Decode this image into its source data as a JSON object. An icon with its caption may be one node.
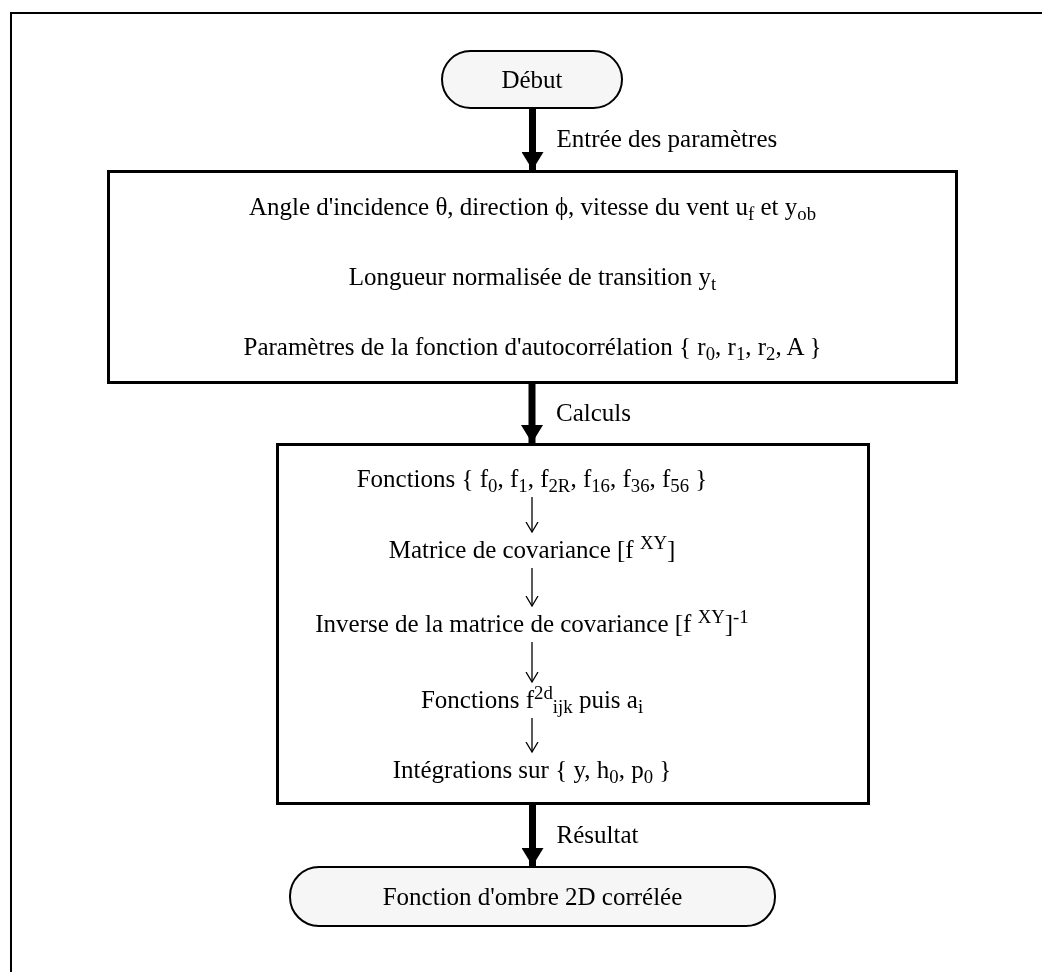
{
  "diagram": {
    "nodes": [
      {
        "text": [
          "Début"
        ]
      },
      {
        "text": [
          "Angle d'incidence θ, direction ϕ, vitesse du vent u$_{f}$ et y$_{ob}$",
          "Longueur normalisée de transition y$_{t}$",
          "Paramètres de la fonction d'autocorrélation { r$_{0}$, r$_{1}$, r$_{2}$, A }"
        ]
      },
      {
        "text": [],
        "shape": "box"
      },
      {
        "text": [
          "Fonctions { f$_{0}$, f$_{1}$, f$_{2R}$, f$_{16}$, f$_{36}$, f$_{56}$ }"
        ],
        "in": 2
      },
      {
        "text": [
          "Matrice de covariance [f $^{XY}$]"
        ],
        "in": 2
      },
      {
        "text": [
          "Inverse de la matrice de covariance [f $^{XY}$]$^{-1}$"
        ],
        "in": 2
      },
      {
        "text": [
          "Fonctions f$^{2d}$$_{ijk}$ puis a$_{i}$"
        ],
        "in": 2
      },
      {
        "text": [
          "Intégrations sur { y, h$_{0}$, p$_{0}$ }"
        ],
        "in": 2
      },
      {
        "text": [
          "Fonction d'ombre 2D corrélée"
        ]
      }
    ],
    "edges": [
      {
        "from": 0,
        "to": 1,
        "arrow": "to",
        "label": "Entrée des paramètres",
        "style": "thick"
      },
      {
        "from": 1,
        "to": 2,
        "arrow": "to",
        "label": "Calculs",
        "style": "thick"
      },
      {
        "from": 3,
        "to": 4,
        "arrow": "to"
      },
      {
        "from": 4,
        "to": 5,
        "arrow": "to"
      },
      {
        "from": 5,
        "to": 6,
        "arrow": "to"
      },
      {
        "from": 6,
        "to": 7,
        "arrow": "to"
      },
      {
        "from": 2,
        "to": 8,
        "arrow": "to",
        "label": "Résultat",
        "style": "thick"
      }
    ]
  }
}
